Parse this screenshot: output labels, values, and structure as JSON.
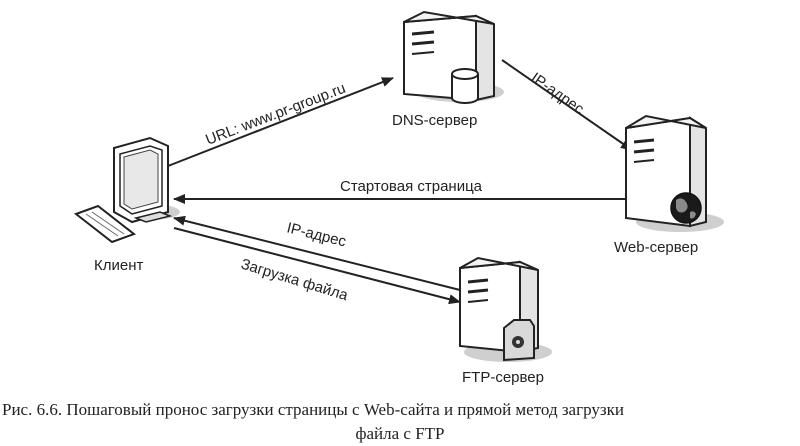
{
  "nodes": {
    "client": {
      "label": "Клиент"
    },
    "dns": {
      "label": "DNS-сервер"
    },
    "web": {
      "label": "Web-сервер"
    },
    "ftp": {
      "label": "FTP-сервер"
    }
  },
  "arrows": {
    "url": {
      "label": "URL: www.pr-group.ru"
    },
    "ip_dns_web": {
      "label": "IP-адрес"
    },
    "start_page": {
      "label": "Стартовая страница"
    },
    "ip_ftp": {
      "label": "IP-адрес"
    },
    "file_download": {
      "label": "Загрузка файла"
    }
  },
  "caption": {
    "line1": "Рис. 6.6. Пошаговый пронос загрузки страницы с Web-сайта и прямой метод загрузки",
    "line2": "файла с FTP"
  },
  "colors": {
    "stroke": "#222222",
    "fill": "#ffffff",
    "shadow": "#bdbdbd"
  }
}
